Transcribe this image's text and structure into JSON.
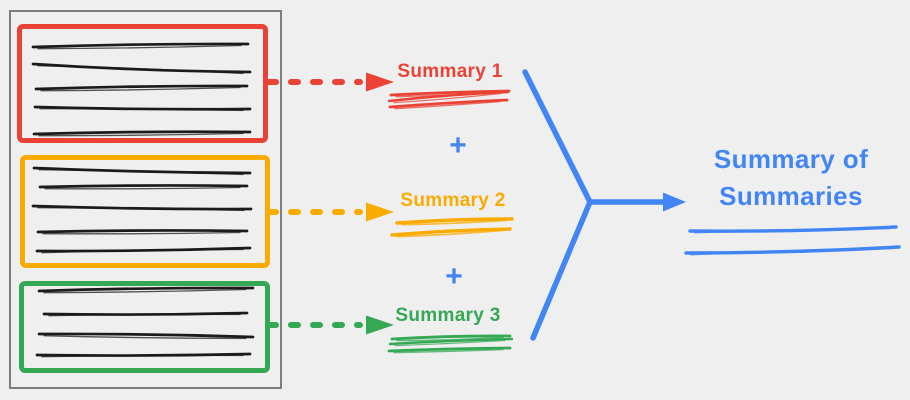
{
  "colors": {
    "red": "#EA4335",
    "orange": "#F9AB00",
    "green": "#34A853",
    "blue": "#4285F4",
    "ink": "#1b1b1b",
    "document_border": "#7d7d7d",
    "background": "#efeff0"
  },
  "document": {
    "sections": [
      {
        "name": "document-chunk-1",
        "color": "#EA4335",
        "scribble_line_count": 5
      },
      {
        "name": "document-chunk-2",
        "color": "#F9AB00",
        "scribble_line_count": 5
      },
      {
        "name": "document-chunk-3",
        "color": "#34A853",
        "scribble_line_count": 4
      }
    ]
  },
  "summaries": [
    {
      "label": "Summary 1",
      "color": "#EA4335"
    },
    {
      "label": "Summary 2",
      "color": "#F9AB00"
    },
    {
      "label": "Summary 3",
      "color": "#34A853"
    }
  ],
  "operators": {
    "plus": "+"
  },
  "result": {
    "label": "Summary of Summaries",
    "color": "#4285F4"
  }
}
